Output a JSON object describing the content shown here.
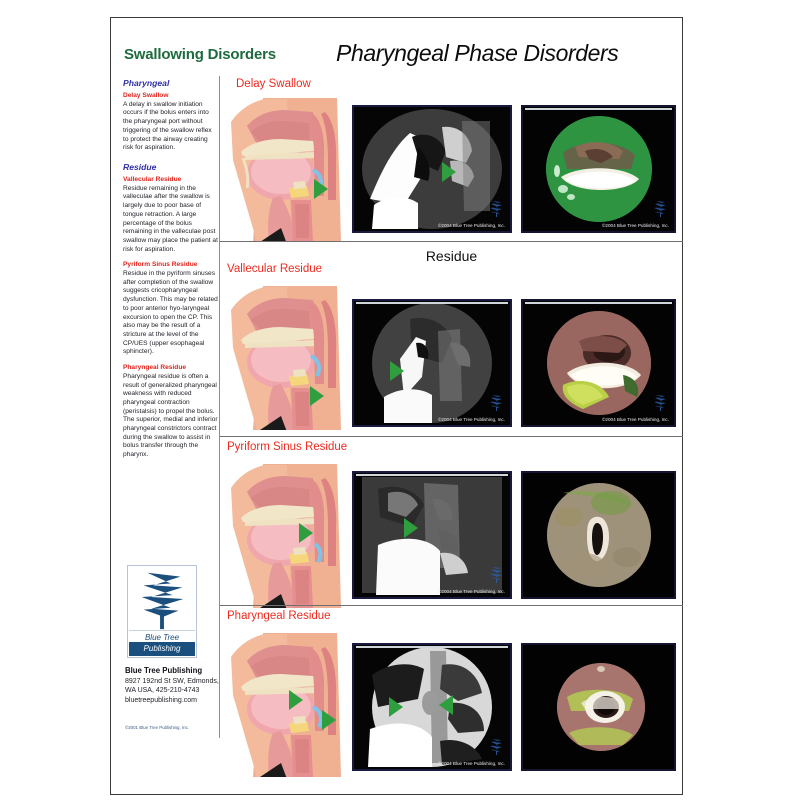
{
  "header": {
    "series_title": "Swallowing Disorders",
    "main_title": "Pharyngeal Phase Disorders"
  },
  "left_column": {
    "sections": [
      {
        "category": "Pharyngeal",
        "entries": [
          {
            "title": "Delay Swallow",
            "body": "A delay in swallow initiation occurs if the bolus enters into the pharyngeal port without triggering of the swallow reflex to protect the airway creating risk for aspiration."
          }
        ]
      },
      {
        "category": "Residue",
        "entries": [
          {
            "title": "Vallecular Residue",
            "body": "Residue remaining in the valleculae after the swallow is largely due to poor base of tongue retraction. A large percentage of the bolus remaining in the valleculae post swallow may place the patient at risk for aspiration."
          },
          {
            "title": "Pyriform Sinus Residue",
            "body": "Residue in the pyriform sinuses after completion of the swallow suggests cricopharyngeal dysfunction. This may be related to poor anterior hyo-laryngeal excursion to open the CP.   This also may be the result of a stricture at the level of the CP/UES (upper esophageal sphincter)."
          },
          {
            "title": "Pharyngeal Residue",
            "body": "Pharyngeal residue is often a result of generalized pharyngeal weakness with reduced pharyngeal contraction (peristalsis) to propel the bolus. The superior, medial and inferior pharyngeal constrictors contract during the swallow to assist in bolus transfer through the pharynx."
          }
        ]
      }
    ]
  },
  "publisher": {
    "logo_line1": "Blue Tree",
    "logo_line2": "Publishing",
    "name": "Blue Tree Publishing",
    "address": "8927 192nd St SW, Edmonds, WA  USA, 425-210-4743   bluetreepublishing.com",
    "copyright": "©2001 Blue Tree Publishing, Inc."
  },
  "section_headings": {
    "residue": "Residue"
  },
  "rows": [
    {
      "label": "Delay Swallow",
      "anatomy_alt": "sagittal head and neck anatomy illustration",
      "fluoroscopy_copyright": "©2004 Blue Tree Publishing, Inc.",
      "endoscopy_copyright": "©2004 Blue Tree Publishing, Inc."
    },
    {
      "label": "Vallecular Residue",
      "anatomy_alt": "sagittal head and neck anatomy illustration",
      "fluoroscopy_copyright": "©2004 Blue Tree Publishing, Inc.",
      "endoscopy_copyright": "©2004 Blue Tree Publishing, Inc."
    },
    {
      "label": "Pyriform Sinus Residue",
      "anatomy_alt": "sagittal head and neck anatomy illustration",
      "fluoroscopy_copyright": "©2004 Blue Tree Publishing, Inc.",
      "endoscopy_copyright": ""
    },
    {
      "label": "Pharyngeal Residue",
      "anatomy_alt": "sagittal head and neck anatomy illustration",
      "fluoroscopy_copyright": "©2004 Blue Tree Publishing, Inc.",
      "endoscopy_copyright": ""
    }
  ],
  "colors": {
    "series_green": "#1d6b3f",
    "category_blue": "#2f2fa8",
    "subtitle_red": "#e2241d",
    "row_label_red": "#ee2b20",
    "arrow_green": "#2f9e3f",
    "logo_blue": "#1b4f7e"
  }
}
